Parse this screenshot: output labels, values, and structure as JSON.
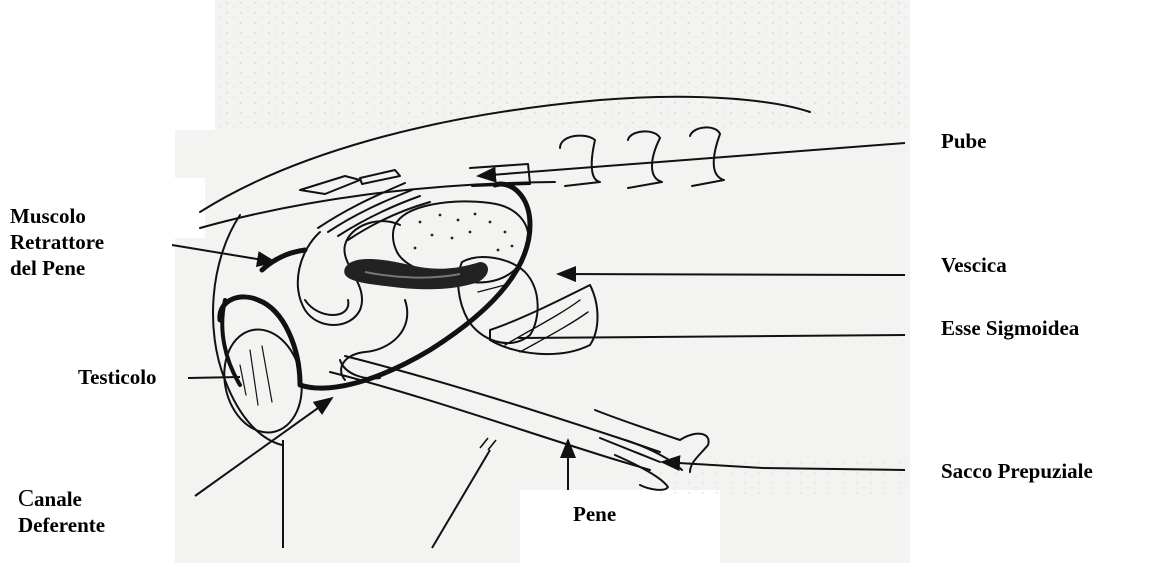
{
  "labels": {
    "pube": "Pube",
    "vescica": "Vescica",
    "esse_sigmoidea": "Esse Sigmoidea",
    "sacco_prepuziale": "Sacco Prepuziale",
    "muscolo_line1": "Muscolo",
    "muscolo_line2": "Retrattore",
    "muscolo_line3": "del Pene",
    "testicolo": "Testicolo",
    "canale_first_letter": "C",
    "canale_line1_rest": "anale",
    "canale_line2": "Deferente",
    "pene": "Pene"
  },
  "colors": {
    "paper": "#f3f3f1",
    "ink": "#111111",
    "label": "#000000"
  }
}
